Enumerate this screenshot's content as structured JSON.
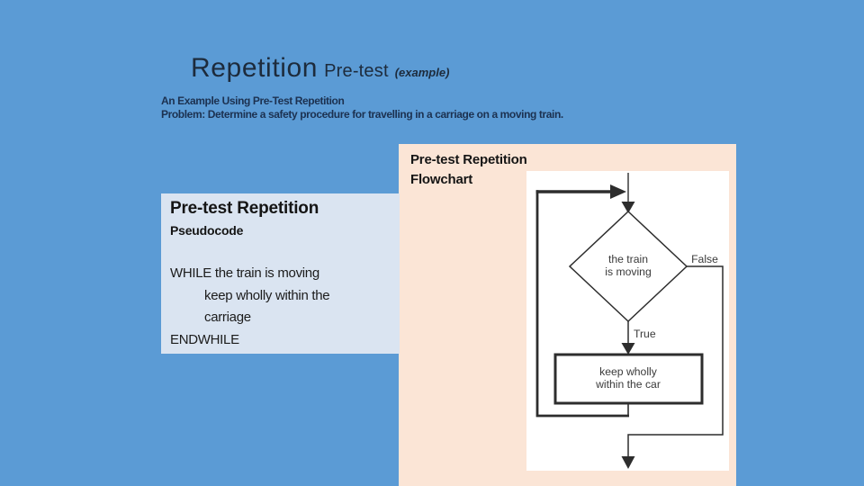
{
  "slide": {
    "colors": {
      "background": "#5b9bd5",
      "flowchart_panel_bg": "#fbe5d6",
      "pseudocode_panel_bg": "#dae4f1",
      "title_text": "#1d2b3c",
      "intro_text": "#1c3150",
      "flowchart_ink": "#2d2d2d"
    },
    "title": {
      "main": "Repetition",
      "variant": "Pre-test",
      "note": "(example)"
    },
    "intro": {
      "line1": "An Example Using Pre-Test Repetition",
      "line2": "Problem: Determine a safety procedure for travelling in a carriage on a moving train."
    },
    "pseudocode_panel": {
      "heading": "Pre-test Repetition",
      "subheading": "Pseudocode",
      "code_lines": [
        "WHILE the train is moving",
        "keep wholly within the",
        "carriage",
        "ENDWHILE"
      ]
    },
    "flowchart_panel": {
      "heading_line1": "Pre-test Repetition",
      "heading_line2": "Flowchart",
      "flowchart": {
        "decision_line1": "the train",
        "decision_line2": "is moving",
        "false_label": "False",
        "true_label": "True",
        "process_line1": "keep wholly",
        "process_line2": "within the car"
      }
    }
  }
}
